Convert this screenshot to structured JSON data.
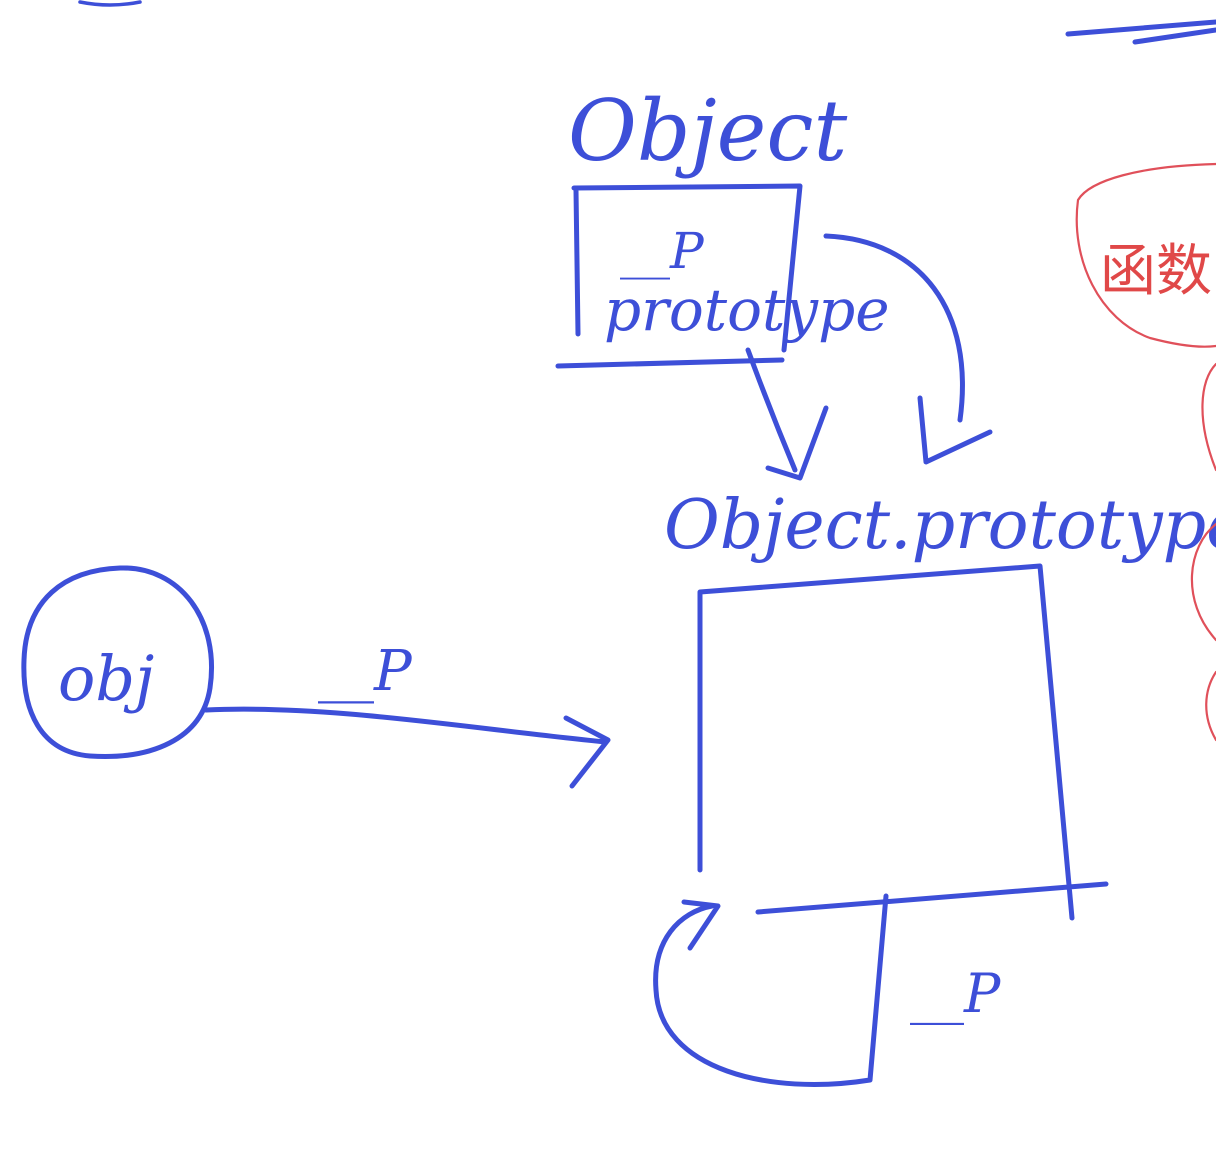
{
  "colors": {
    "ink": "#3d4fd8",
    "annotation": "#e04848",
    "background": "#ffffff"
  },
  "labels": {
    "object": "Object",
    "object_proto_link": "__P",
    "object_prototype_slot": "prototype",
    "object_prototype": "Object.prototype",
    "obj": "obj",
    "obj_proto_link": "__P",
    "self_proto_link": "__P",
    "red_note": "函数"
  }
}
